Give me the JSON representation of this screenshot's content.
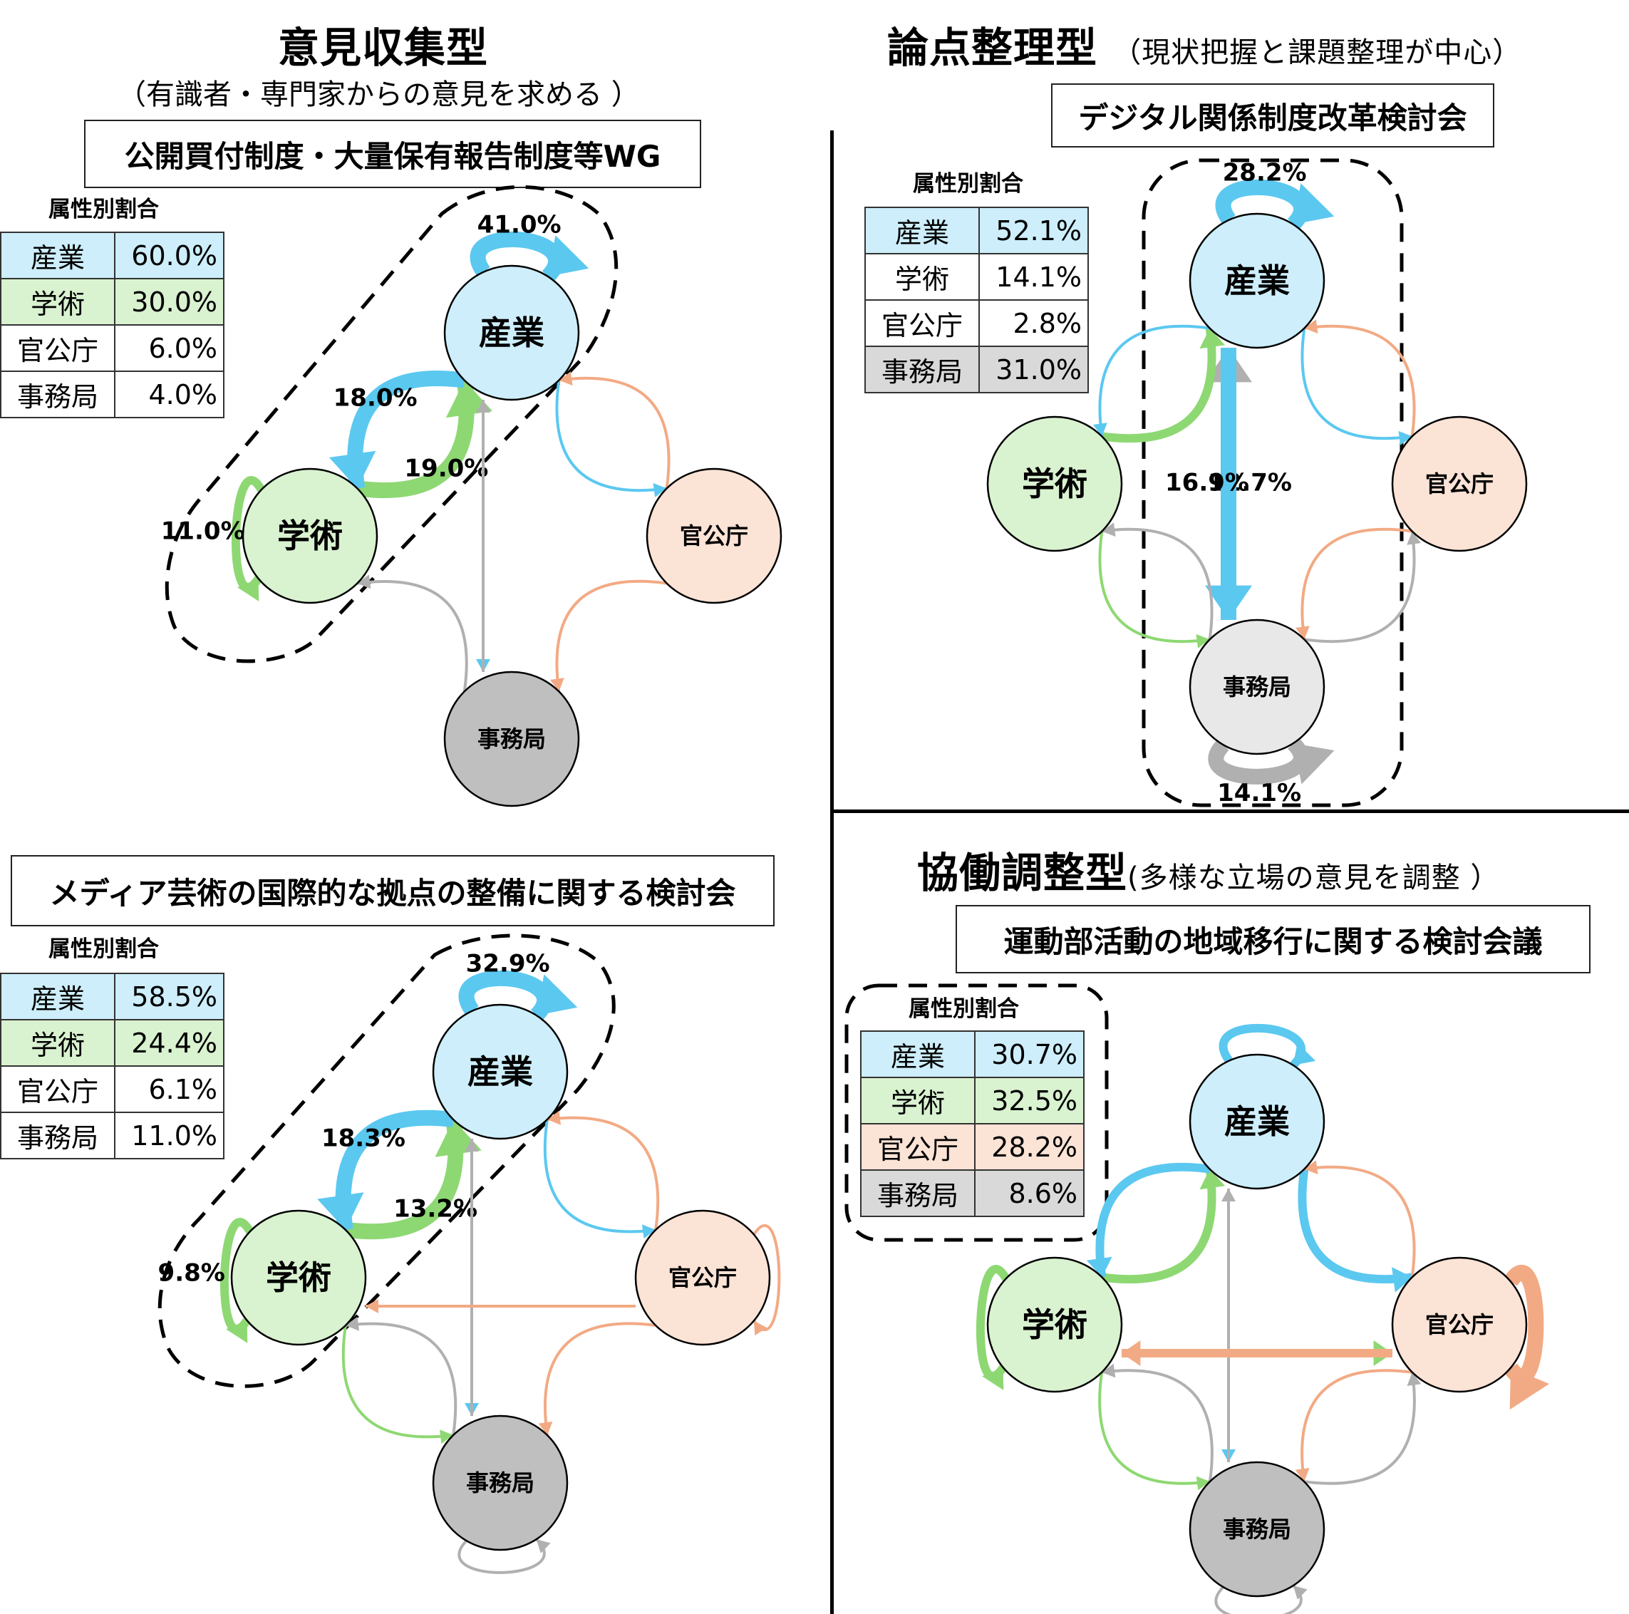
{
  "colors": {
    "industry": "#5bc8f0",
    "academia": "#8ed873",
    "government": "#f2aa84",
    "secretariat": "#b0b0b0",
    "industry_fill": "#cdeefa",
    "academia_fill": "#d9f2d0",
    "government_fill": "#fbe3d6",
    "secretariat_fill": "#bfbfbf",
    "secretariat_fill_light": "#e8e8e8",
    "table_gray": "#d9d9d9"
  },
  "attr_label": "属性別割合",
  "panels": [
    {
      "id": "opinion",
      "title": "意見収集型",
      "subtitle": "（有識者・専門家からの意見を求める ）",
      "council": "公開買付制度・大量保有報告制度等WG",
      "attributes": [
        {
          "name": "産業",
          "value": "60.0%",
          "bg": "industry_fill"
        },
        {
          "name": "学術",
          "value": "30.0%",
          "bg": "academia_fill"
        },
        {
          "name": "官公庁",
          "value": "6.0%",
          "bg": "white"
        },
        {
          "name": "事務局",
          "value": "4.0%",
          "bg": "white"
        }
      ],
      "nodes": {
        "industry": "産業",
        "academia": "学術",
        "government": "官公庁",
        "secretariat": "事務局"
      },
      "secretariat_fill": "secretariat_fill",
      "edges": [
        {
          "from": "industry",
          "to": "industry",
          "strength": "thick",
          "label": "41.0%"
        },
        {
          "from": "academia",
          "to": "industry",
          "strength": "thick",
          "label": "19.0%"
        },
        {
          "from": "industry",
          "to": "academia",
          "strength": "thick",
          "label": "18.0%"
        },
        {
          "from": "academia",
          "to": "academia",
          "strength": "medium",
          "label": "11.0%"
        },
        {
          "from": "industry",
          "to": "government",
          "strength": "thin",
          "label": ""
        },
        {
          "from": "government",
          "to": "industry",
          "strength": "thin",
          "label": ""
        },
        {
          "from": "industry",
          "to": "secretariat",
          "strength": "thin",
          "label": ""
        },
        {
          "from": "secretariat",
          "to": "industry",
          "strength": "thin",
          "label": ""
        },
        {
          "from": "secretariat",
          "to": "academia",
          "strength": "thin",
          "label": ""
        },
        {
          "from": "government",
          "to": "secretariat",
          "strength": "thin",
          "label": ""
        }
      ]
    },
    {
      "id": "issues",
      "title": "論点整理型",
      "subtitle": "（現状把握と課題整理が中心）",
      "council": "デジタル関係制度改革検討会",
      "attributes": [
        {
          "name": "産業",
          "value": "52.1%",
          "bg": "industry_fill"
        },
        {
          "name": "学術",
          "value": "14.1%",
          "bg": "white"
        },
        {
          "name": "官公庁",
          "value": "2.8%",
          "bg": "white"
        },
        {
          "name": "事務局",
          "value": "31.0%",
          "bg": "table_gray"
        }
      ],
      "nodes": {
        "industry": "産業",
        "academia": "学術",
        "government": "官公庁",
        "secretariat": "事務局"
      },
      "secretariat_fill": "secretariat_fill_light",
      "edges": [
        {
          "from": "industry",
          "to": "industry",
          "strength": "thick",
          "label": "28.2%"
        },
        {
          "from": "secretariat",
          "to": "industry",
          "strength": "thick",
          "label": "12.7%"
        },
        {
          "from": "industry",
          "to": "secretariat",
          "strength": "thick",
          "label": "16.9%"
        },
        {
          "from": "secretariat",
          "to": "secretariat",
          "strength": "thick",
          "label": "14.1%"
        },
        {
          "from": "academia",
          "to": "industry",
          "strength": "medium",
          "label": ""
        },
        {
          "from": "industry",
          "to": "academia",
          "strength": "thin",
          "label": ""
        },
        {
          "from": "industry",
          "to": "government",
          "strength": "thin",
          "label": ""
        },
        {
          "from": "government",
          "to": "industry",
          "strength": "thin",
          "label": ""
        },
        {
          "from": "academia",
          "to": "secretariat",
          "strength": "thin",
          "label": ""
        },
        {
          "from": "secretariat",
          "to": "academia",
          "strength": "thin",
          "label": ""
        },
        {
          "from": "secretariat",
          "to": "government",
          "strength": "thin",
          "label": ""
        },
        {
          "from": "government",
          "to": "secretariat",
          "strength": "thin",
          "label": ""
        }
      ]
    },
    {
      "id": "media",
      "title": "",
      "subtitle": "",
      "council": "メディア芸術の国際的な拠点の整備に関する検討会",
      "attributes": [
        {
          "name": "産業",
          "value": "58.5%",
          "bg": "industry_fill"
        },
        {
          "name": "学術",
          "value": "24.4%",
          "bg": "academia_fill"
        },
        {
          "name": "官公庁",
          "value": "6.1%",
          "bg": "white"
        },
        {
          "name": "事務局",
          "value": "11.0%",
          "bg": "white"
        }
      ],
      "nodes": {
        "industry": "産業",
        "academia": "学術",
        "government": "官公庁",
        "secretariat": "事務局"
      },
      "secretariat_fill": "secretariat_fill",
      "edges": [
        {
          "from": "industry",
          "to": "industry",
          "strength": "thick",
          "label": "32.9%"
        },
        {
          "from": "academia",
          "to": "industry",
          "strength": "thick",
          "label": "13.2%"
        },
        {
          "from": "industry",
          "to": "academia",
          "strength": "thick",
          "label": "18.3%"
        },
        {
          "from": "academia",
          "to": "academia",
          "strength": "medium",
          "label": "9.8%"
        },
        {
          "from": "industry",
          "to": "government",
          "strength": "thin",
          "label": ""
        },
        {
          "from": "government",
          "to": "industry",
          "strength": "thin",
          "label": ""
        },
        {
          "from": "industry",
          "to": "secretariat",
          "strength": "thin",
          "label": ""
        },
        {
          "from": "secretariat",
          "to": "industry",
          "strength": "thin",
          "label": ""
        },
        {
          "from": "government",
          "to": "academia",
          "strength": "thin",
          "label": ""
        },
        {
          "from": "government",
          "to": "government",
          "strength": "thin",
          "label": ""
        },
        {
          "from": "academia",
          "to": "secretariat",
          "strength": "thin",
          "label": ""
        },
        {
          "from": "secretariat",
          "to": "academia",
          "strength": "thin",
          "label": ""
        },
        {
          "from": "government",
          "to": "secretariat",
          "strength": "thin",
          "label": ""
        },
        {
          "from": "secretariat",
          "to": "secretariat",
          "strength": "thin",
          "label": ""
        }
      ]
    },
    {
      "id": "collab",
      "title": "協働調整型",
      "subtitle": "(多様な立場の意見を調整 ）",
      "council": "運動部活動の地域移行に関する検討会議",
      "attributes": [
        {
          "name": "産業",
          "value": "30.7%",
          "bg": "industry_fill"
        },
        {
          "name": "学術",
          "value": "32.5%",
          "bg": "academia_fill"
        },
        {
          "name": "官公庁",
          "value": "28.2%",
          "bg": "government_fill"
        },
        {
          "name": "事務局",
          "value": "8.6%",
          "bg": "table_gray"
        }
      ],
      "nodes": {
        "industry": "産業",
        "academia": "学術",
        "government": "官公庁",
        "secretariat": "事務局"
      },
      "secretariat_fill": "secretariat_fill",
      "edges": [
        {
          "from": "industry",
          "to": "industry",
          "strength": "medium",
          "label": ""
        },
        {
          "from": "academia",
          "to": "industry",
          "strength": "medium",
          "label": ""
        },
        {
          "from": "industry",
          "to": "academia",
          "strength": "medium",
          "label": ""
        },
        {
          "from": "industry",
          "to": "government",
          "strength": "medium",
          "label": ""
        },
        {
          "from": "government",
          "to": "industry",
          "strength": "thin",
          "label": ""
        },
        {
          "from": "industry",
          "to": "secretariat",
          "strength": "thin",
          "label": ""
        },
        {
          "from": "secretariat",
          "to": "industry",
          "strength": "thin",
          "label": ""
        },
        {
          "from": "academia",
          "to": "academia",
          "strength": "medium",
          "label": ""
        },
        {
          "from": "academia",
          "to": "government",
          "strength": "medium",
          "label": ""
        },
        {
          "from": "government",
          "to": "academia",
          "strength": "medium",
          "label": ""
        },
        {
          "from": "government",
          "to": "government",
          "strength": "thick",
          "label": ""
        },
        {
          "from": "academia",
          "to": "secretariat",
          "strength": "thin",
          "label": ""
        },
        {
          "from": "secretariat",
          "to": "academia",
          "strength": "thin",
          "label": ""
        },
        {
          "from": "secretariat",
          "to": "government",
          "strength": "thin",
          "label": ""
        },
        {
          "from": "government",
          "to": "secretariat",
          "strength": "thin",
          "label": ""
        },
        {
          "from": "secretariat",
          "to": "secretariat",
          "strength": "thin",
          "label": ""
        }
      ]
    }
  ]
}
